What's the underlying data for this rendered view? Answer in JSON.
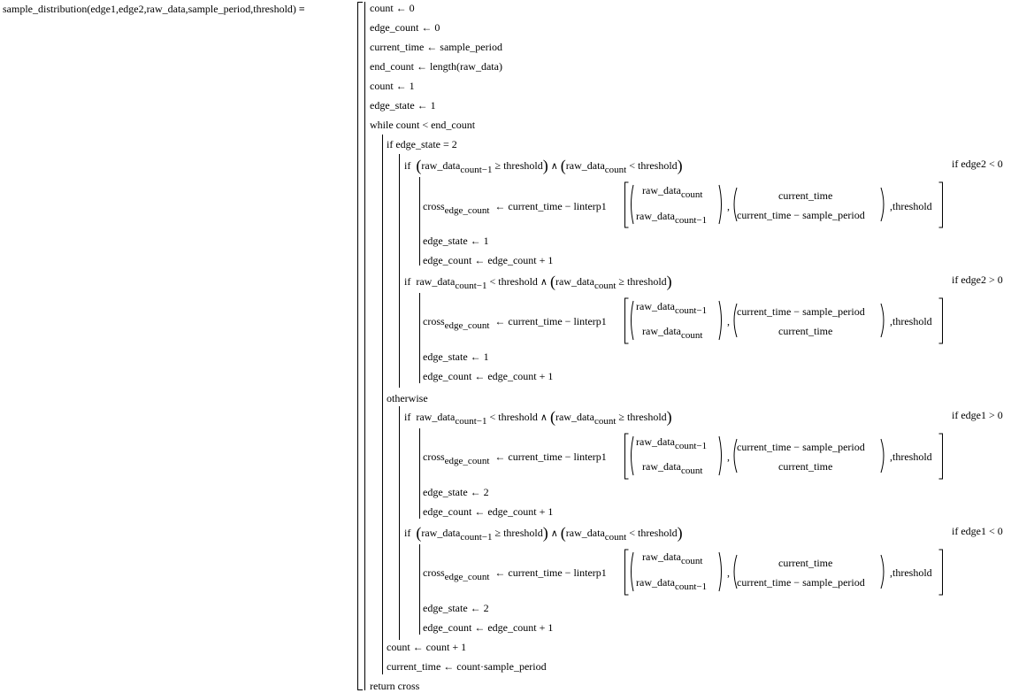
{
  "header": "sample_distribution(edge1,edge2,raw_data,sample_period,threshold) ≡",
  "lines": {
    "l1": "count ← 0",
    "l2": "edge_count ← 0",
    "l3": "current_time ← sample_period",
    "l4": "end_count ← length(raw_data)",
    "l5": "count ← 1",
    "l6": "edge_state ← 1",
    "l7": "while  count < end_count",
    "l8": "if  edge_state = 2",
    "otherwise": "otherwise",
    "cnt_inc": "count ← count + 1",
    "time_upd": "current_time ← count·sample_period",
    "ret": "return  cross"
  },
  "tokens": {
    "if": "if",
    "raw_data": "raw_data",
    "count": "count",
    "countm1": "count−1",
    "ge_thr": "≥ threshold",
    "lt_thr": "< threshold",
    "and": "∧",
    "cross": "cross",
    "edge_count_sub": "edge_count",
    "assign_lin": "← current_time − linterp1",
    "comma": ",",
    "threshold_tail": ",threshold",
    "current_time": "current_time",
    "ct_minus_sp": "current_time − sample_period",
    "es1": "edge_state ← 1",
    "es2": "edge_state ← 2",
    "ec_inc": "edge_count ← edge_count + 1"
  },
  "conds": {
    "c1": "if  edge2 < 0",
    "c2": "if  edge2 > 0",
    "c3": "if  edge1 > 0",
    "c4": "if  edge1 < 0"
  }
}
